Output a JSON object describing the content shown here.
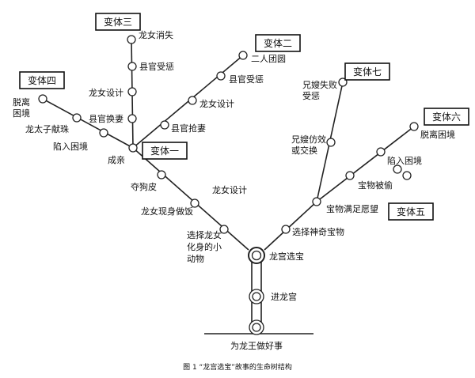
{
  "variants": {
    "v1": "变体一",
    "v2": "变体二",
    "v3": "变体三",
    "v4": "变体四",
    "v5": "变体五",
    "v6": "变体六",
    "v7": "变体七"
  },
  "labels": {
    "root": "为龙王做好事",
    "enter_palace": "进龙宫",
    "palace_pick": "龙宫选宝",
    "choose_animal_1": "选择龙女",
    "choose_animal_2": "化身的小",
    "choose_animal_3": "动物",
    "choose_treasure": "选择神奇宝物",
    "dragon_girl_appears": "龙女现身做饭",
    "dragon_girl_plot_center": "龙女设计",
    "wish_fulfilled": "宝物满足愿望",
    "treasure_stolen": "宝物被偷",
    "trapped_v6": "陷入困境",
    "escape_v6": "脱离困境",
    "brother_imitate_1": "兄嫂仿效",
    "brother_imitate_2": "或交换",
    "brother_punished_1": "兄嫂失败",
    "brother_punished_2": "受惩",
    "take_dog_skin": "夺狗皮",
    "marry": "成亲",
    "official_seize": "县官抢妻",
    "dragon_girl_plot_v2": "龙女设计",
    "official_punished_v2": "县官受惩",
    "reunion": "二人团圆",
    "official_swap": "县官换妻",
    "dragon_girl_plot_v3": "龙女设计",
    "official_punished_v3": "县官受惩",
    "dragon_girl_vanish": "龙女消失",
    "trapped_v4": "陷入困境",
    "dragon_prince_pearl": "龙太子献珠",
    "escape_v4_1": "脱离",
    "escape_v4_2": "困境"
  },
  "caption": "图 1  “龙宫选宝”故事的生命树结构"
}
